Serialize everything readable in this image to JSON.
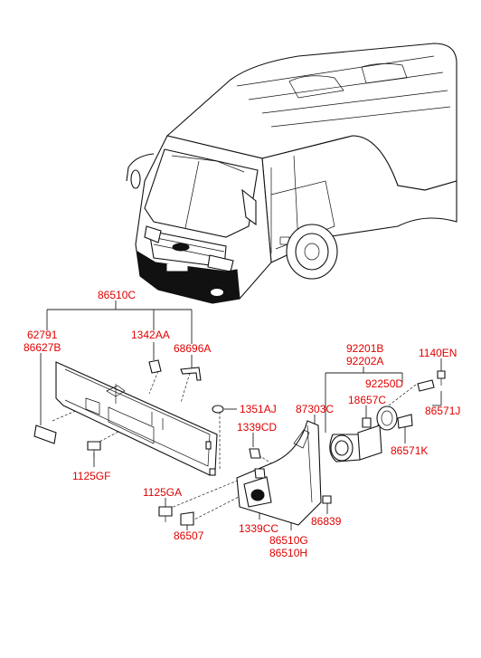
{
  "callouts": {
    "c86510C": "86510C",
    "c62791": "62791",
    "c86627B": "86627B",
    "c1342AA": "1342AA",
    "c68696A": "68696A",
    "c1125GF": "1125GF",
    "c1351AJ": "1351AJ",
    "c1339CD": "1339CD",
    "c87303C": "87303C",
    "c92201B": "92201B",
    "c92202A": "92202A",
    "c1140EN": "1140EN",
    "c92250D": "92250D",
    "c18657C": "18657C",
    "c86571J": "86571J",
    "c86571K": "86571K",
    "c1125GA": "1125GA",
    "c86507": "86507",
    "c1339CC": "1339CC",
    "c86839": "86839",
    "c86510G": "86510G",
    "c86510H": "86510H"
  },
  "colors": {
    "callout_text": "#e00000",
    "line_art": "#111111"
  }
}
